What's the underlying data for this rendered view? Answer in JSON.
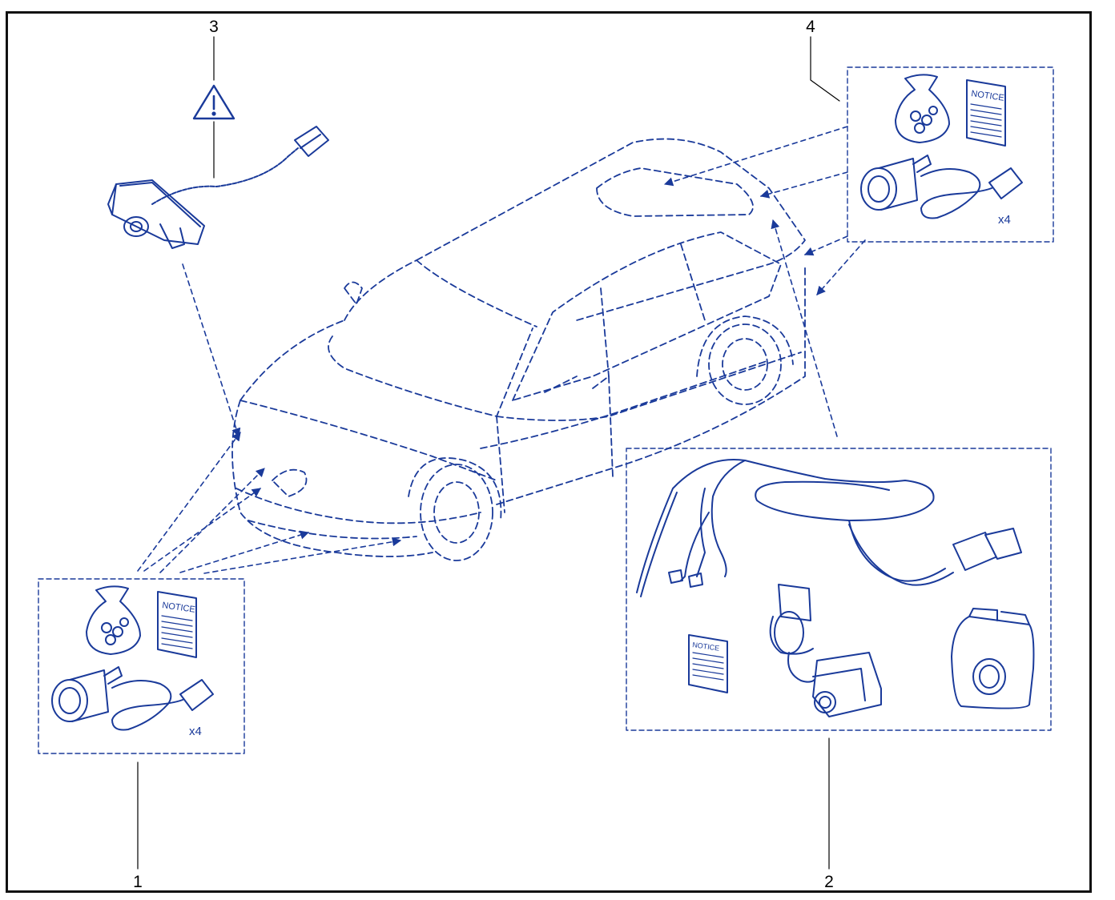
{
  "callouts": [
    "1",
    "2",
    "3",
    "4"
  ],
  "kit_left": {
    "notice": "NOTICE",
    "qty": "x4"
  },
  "kit_right_top": {
    "notice": "NOTICE",
    "qty": "x4"
  },
  "kit_camera": {
    "notice": "NOTICE"
  },
  "colors": {
    "line": "#1a3a9a",
    "frame": "#111111"
  },
  "icons": [
    "warning-triangle-icon",
    "hardware-bag-icon",
    "notice-booklet-icon",
    "parking-sensor-icon",
    "camera-icon",
    "wiring-harness-icon"
  ]
}
